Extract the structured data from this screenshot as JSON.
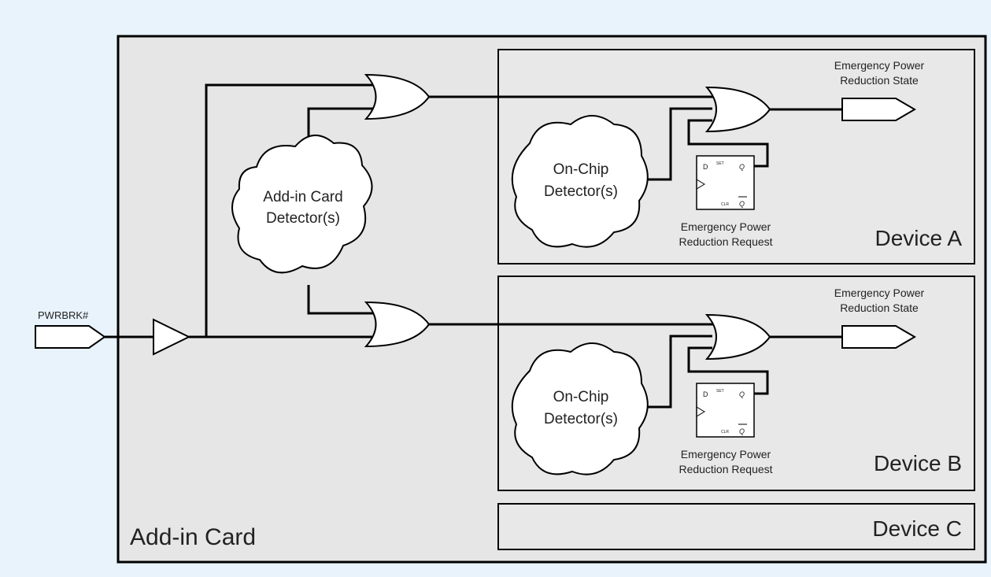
{
  "input_signal": "PWRBRK#",
  "card_label": "Add-in Card",
  "card_detector": {
    "line1": "Add-in Card",
    "line2": "Detector(s)"
  },
  "devices": [
    {
      "name": "Device A",
      "state_label": {
        "line1": "Emergency Power",
        "line2": "Reduction State"
      },
      "request_label": {
        "line1": "Emergency Power",
        "line2": "Reduction Request"
      },
      "detector": {
        "line1": "On-Chip",
        "line2": "Detector(s)"
      },
      "flipflop": {
        "d": "D",
        "set": "SET",
        "q": "Q",
        "clr": "CLR",
        "qbar": "Q"
      }
    },
    {
      "name": "Device B",
      "state_label": {
        "line1": "Emergency Power",
        "line2": "Reduction State"
      },
      "request_label": {
        "line1": "Emergency Power",
        "line2": "Reduction Request"
      },
      "detector": {
        "line1": "On-Chip",
        "line2": "Detector(s)"
      },
      "flipflop": {
        "d": "D",
        "set": "SET",
        "q": "Q",
        "clr": "CLR",
        "qbar": "Q"
      }
    },
    {
      "name": "Device C"
    }
  ],
  "colors": {
    "background": "#e8f3fc",
    "card": "#e6e6e6",
    "device": "#e8e8e8",
    "line": "#000000"
  }
}
